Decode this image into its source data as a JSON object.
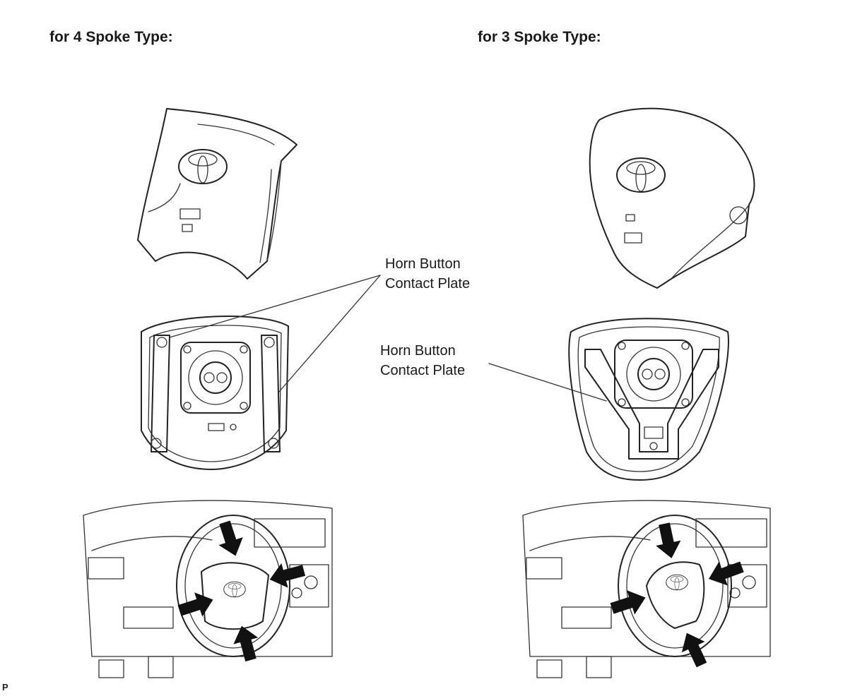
{
  "headings": {
    "left": "for 4 Spoke Type:",
    "right": "for 3 Spoke Type:"
  },
  "callouts": {
    "left": {
      "line1": "Horn Button",
      "line2": "Contact Plate"
    },
    "right": {
      "line1": "Horn Button",
      "line2": "Contact Plate"
    }
  },
  "figure_code": "P",
  "icons": [
    "toyota-logo-icon",
    "arrow-icon"
  ],
  "colors": {
    "line": "#222222",
    "background": "#ffffff",
    "arrow": "#111111"
  }
}
